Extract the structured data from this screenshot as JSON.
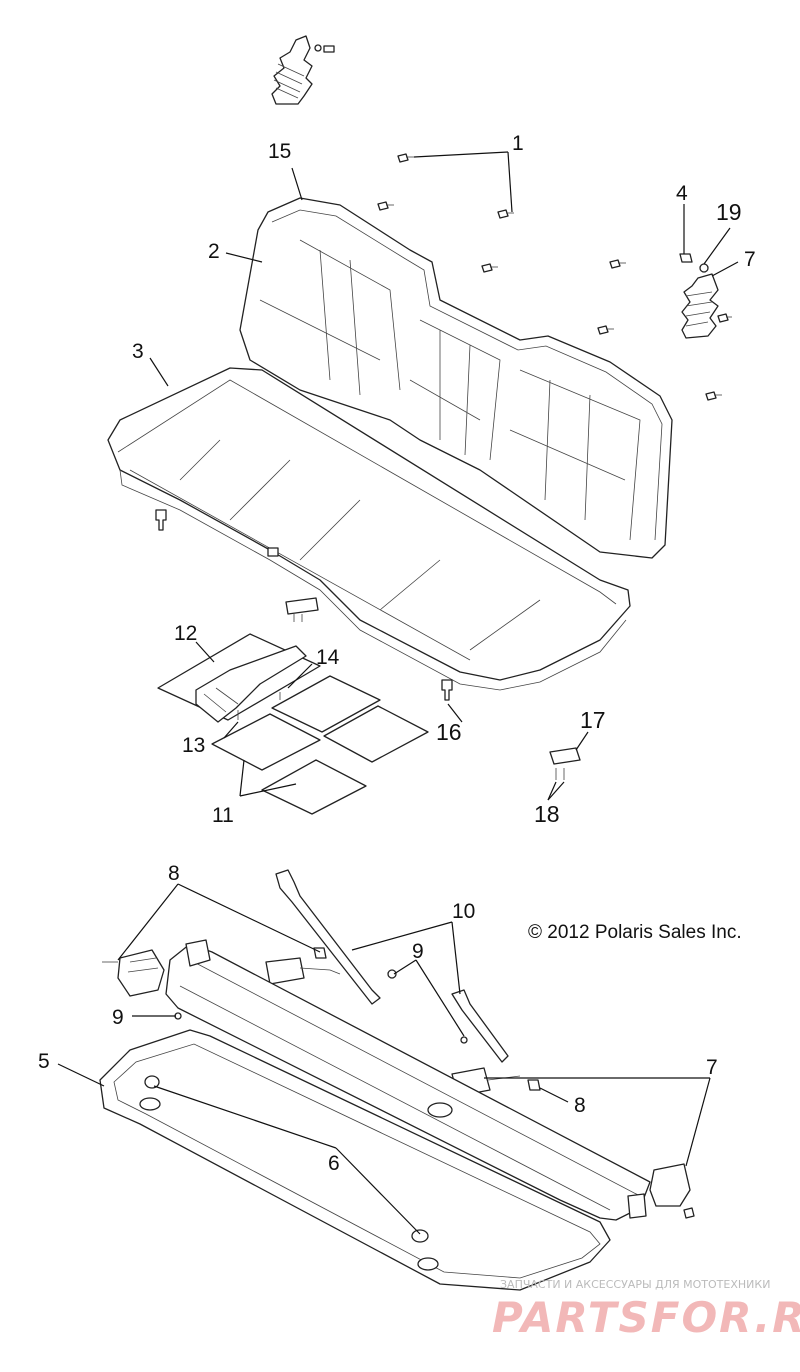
{
  "callouts": {
    "c1": "1",
    "c2": "2",
    "c3": "3",
    "c4": "4",
    "c5": "5",
    "c6": "6",
    "c7a": "7",
    "c7b": "7",
    "c8a": "8",
    "c8b": "8",
    "c9a": "9",
    "c9b": "9",
    "c10": "10",
    "c11": "11",
    "c12": "12",
    "c13": "13",
    "c14": "14",
    "c15": "15",
    "c16": "16",
    "c17": "17",
    "c18": "18",
    "c19": "19"
  },
  "copyright": "© 2012 Polaris Sales Inc.",
  "watermark": {
    "tagline": "ЗАПЧАСТИ И АКСЕССУАРЫ ДЛЯ МОТОТЕХНИКИ",
    "brand": "PARTSFOR.RU"
  }
}
